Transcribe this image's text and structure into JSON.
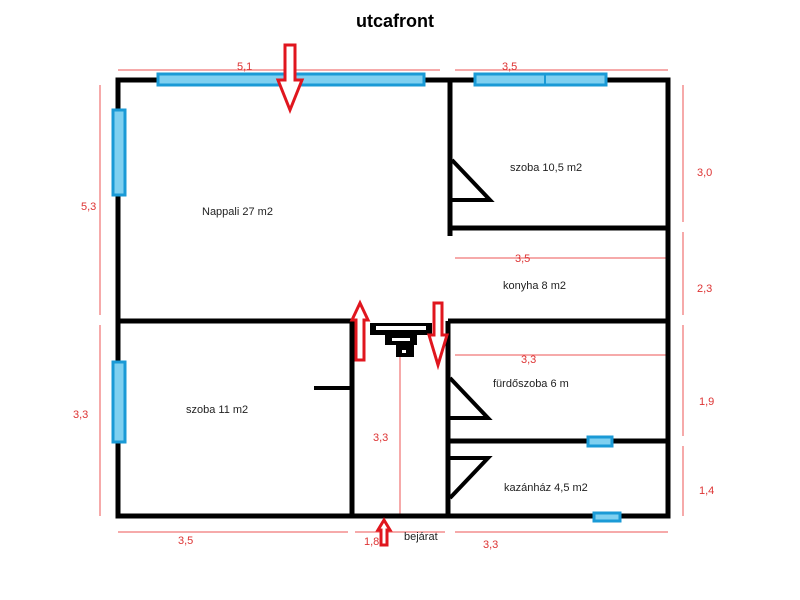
{
  "title": "utcafront",
  "rooms": {
    "nappali": "Nappali 27 m2",
    "szoba1": "szoba 10,5 m2",
    "konyha": "konyha 8 m2",
    "furdo": "fürdőszoba 6 m",
    "szoba2": "szoba 11 m2",
    "kazan": "kazánház 4,5 m2"
  },
  "entrance": "bejárat",
  "dimensions": {
    "top_left": "5,1",
    "top_right": "3,5",
    "left_upper": "5,3",
    "left_lower": "3,3",
    "right_1": "3,0",
    "right_2": "2,3",
    "right_3": "1,9",
    "right_4": "1,4",
    "kitchen_width": "3,5",
    "bath_width": "3,3",
    "hall_length": "3,3",
    "bottom_left": "3,5",
    "bottom_mid": "1,8",
    "bottom_right": "3,3"
  },
  "colors": {
    "wall": "#000000",
    "window": "#1a9ad6",
    "dimension": "#e23b3b",
    "arrow": "#e0161e"
  }
}
